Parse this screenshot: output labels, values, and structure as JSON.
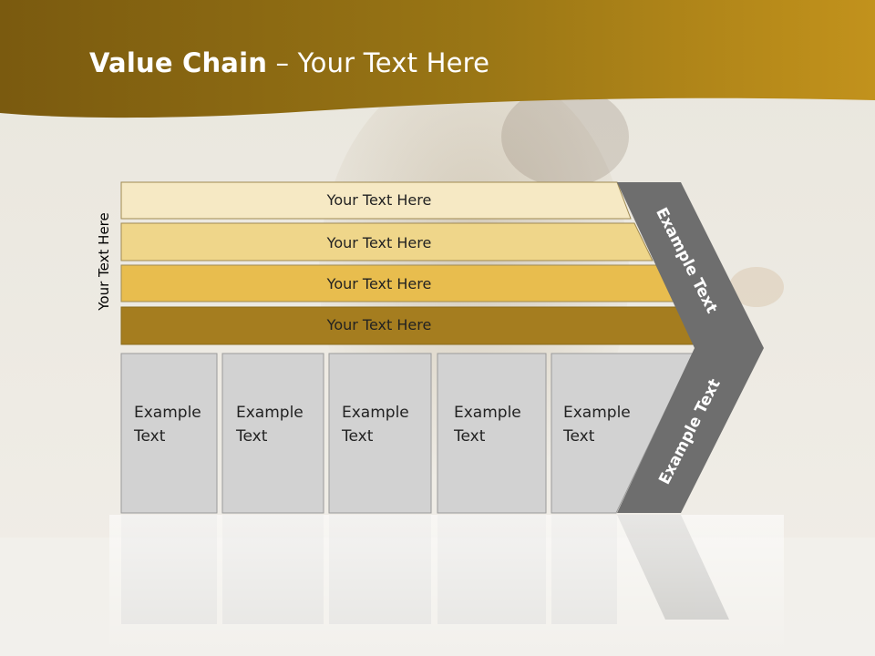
{
  "slide": {
    "title_bold": "Value Chain",
    "title_rest": " – Your Text Here",
    "side_label": "Your Text Here"
  },
  "rows": [
    {
      "label": "Your Text Here",
      "color": "#f6e9c4"
    },
    {
      "label": "Your Text Here",
      "color": "#efd68a"
    },
    {
      "label": "Your Text Here",
      "color": "#e8bd4e"
    },
    {
      "label": "Your Text Here",
      "color": "#a57d1f"
    }
  ],
  "boxes": [
    {
      "line1": "Example",
      "line2": "Text"
    },
    {
      "line1": "Example",
      "line2": "Text"
    },
    {
      "line1": "Example",
      "line2": "Text"
    },
    {
      "line1": "Example",
      "line2": "Text"
    },
    {
      "line1": "Example",
      "line2": "Text"
    }
  ],
  "arrow": {
    "upper_label": "Example Text",
    "lower_label": "Example Text",
    "color": "#6e6e6e"
  },
  "colors": {
    "header_dark": "#6e5310",
    "header_light": "#c0901c",
    "box_fill": "#d2d2d2",
    "box_border": "#9a9a9a"
  }
}
